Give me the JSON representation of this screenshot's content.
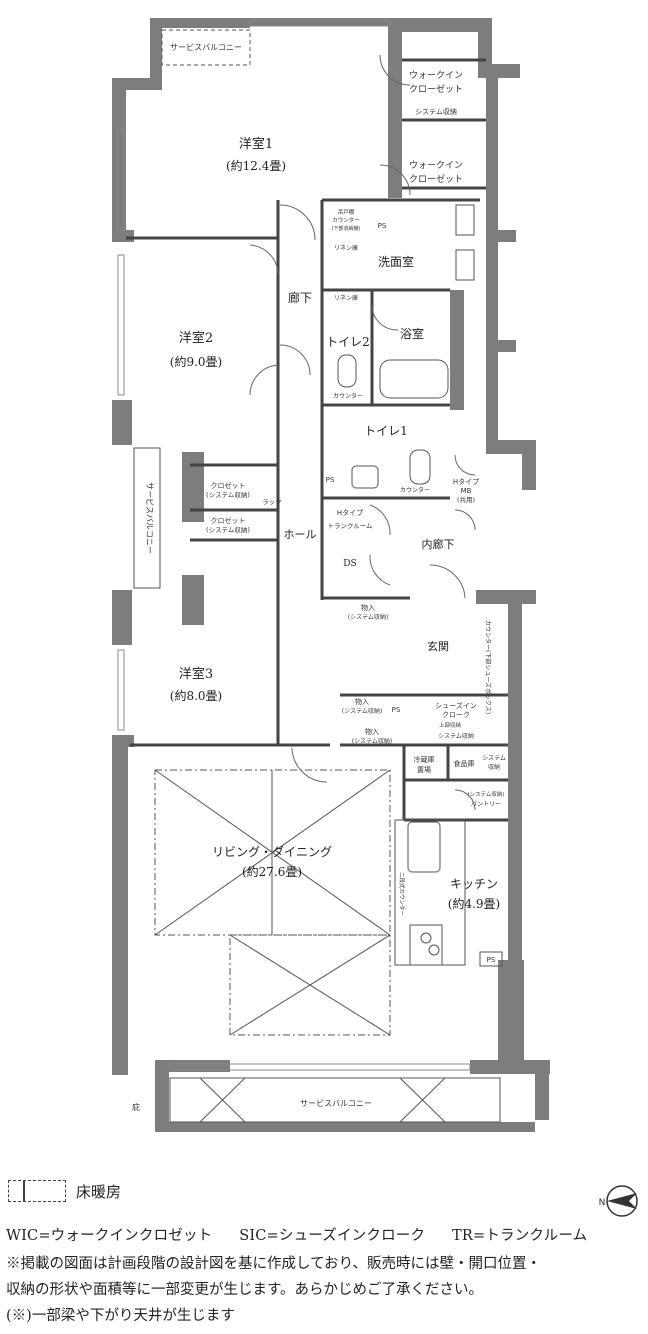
{
  "rooms": {
    "balcony_top": "サービスバルコニー",
    "wic1": [
      "ウォークイン",
      "クローゼット"
    ],
    "sys1": "システム収納",
    "wic2": [
      "ウォークイン",
      "クローゼット"
    ],
    "western1": [
      "洋室1",
      "(約12.4畳)"
    ],
    "western2": [
      "洋室2",
      "(約9.0畳)"
    ],
    "western3": [
      "洋室3",
      "(約8.0畳)"
    ],
    "balcony_side": "サービスバルコニー",
    "closet1": [
      "クロゼット",
      "(システム収納)"
    ],
    "closet2": [
      "クロゼット",
      "(システム収納)"
    ],
    "rack": "ラック",
    "hall": "ホール",
    "corridor": "廊下",
    "linen": "リネン庫",
    "washroom": "洗面室",
    "counter_wash": [
      "吊戸棚",
      "カウンター",
      "(下部収納棚)"
    ],
    "ps": "PS",
    "ps2": "PS",
    "ps3": "PS",
    "ps4": "PS",
    "ps5": "PS",
    "linen2": "リネン庫",
    "bath": "浴室",
    "toilet2": "トイレ2",
    "counter_t2": "カウンター",
    "toilet1": "トイレ1",
    "counter_t1": "カウンター",
    "mb": [
      "Hタイプ",
      "MB",
      "(共用)"
    ],
    "trunk": [
      "Hタイプ",
      "トランクルーム"
    ],
    "ds": "DS",
    "inner_corridor": "内廊下",
    "storage1": [
      "物入",
      "(システム収納)"
    ],
    "entrance": "玄関",
    "counter_entr": "カウンター(下部シューズボックス)",
    "storage2": [
      "物入",
      "(システム収納)"
    ],
    "storage3": [
      "物入",
      "(システム収納)"
    ],
    "sic": [
      "シューズイン",
      "クローク"
    ],
    "sic_sys": "システム収納",
    "sic_top": "上部収納",
    "fridge": [
      "冷蔵庫",
      "置場"
    ],
    "pantry_storage": "食品庫",
    "sys_storage": [
      "システム",
      "収納"
    ],
    "pantry": [
      "(システム収納)",
      "パントリー"
    ],
    "living": [
      "リビング・ダイニング",
      "(約27.6畳)"
    ],
    "counter_kitchen": "二段式カウンター",
    "kitchen": [
      "キッチン",
      "(約4.9畳)"
    ],
    "balcony_bottom": "サービスバルコニー",
    "eaves": "庇"
  },
  "legend": {
    "floor_heating": "床暖房",
    "abbreviations": [
      "WIC=ウォークインクロゼット",
      "SIC=シューズインクローク",
      "TR=トランクルーム"
    ],
    "note1": "※掲載の図面は計画段階の設計図を基に作成しており、販売時には壁・開口位置・",
    "note2": "収納の形状や面積等に一部変更が生じます。あらかじめご了承ください。",
    "note3": "(※)一部梁や下がり天井が生じます",
    "compass_label": "N"
  },
  "colors": {
    "wall": "#7d7d7d",
    "line": "#444444",
    "background": "#ffffff"
  }
}
